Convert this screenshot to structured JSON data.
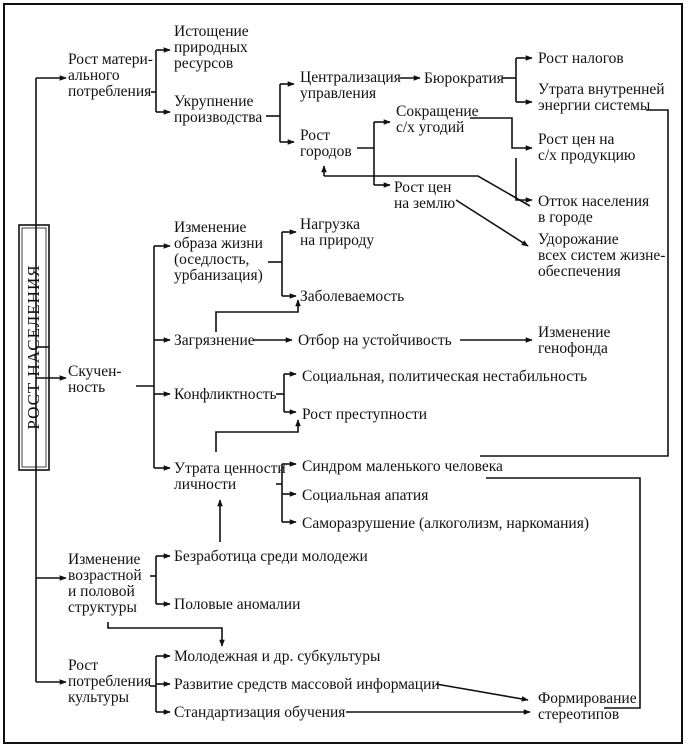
{
  "title": "РОСТ НАСЕЛЕНИЯ",
  "nodes": {
    "rost_materialnogo": [
      "Рост матери-",
      "ального",
      "потребления"
    ],
    "istoshchenie": [
      "Истощение",
      "природных",
      "ресурсов"
    ],
    "ukrupnenie": [
      "Укрупнение",
      "производства"
    ],
    "centralizaciya": [
      "Централизация",
      "управления"
    ],
    "byurokratiya": [
      "Бюрократия"
    ],
    "rost_nalogov": [
      "Рост налогов"
    ],
    "utrata_energii": [
      "Утрата внутренней",
      "энергии системы"
    ],
    "sokrashchenie": [
      "Сокращение",
      "с/х угодий"
    ],
    "rost_gorodov": [
      "Рост",
      "городов"
    ],
    "rost_cen_sh": [
      "Рост цен на",
      "с/х продукцию"
    ],
    "rost_cen_zemlyu": [
      "Рост цен",
      "на землю"
    ],
    "ottok": [
      "Отток населения",
      "в городе"
    ],
    "udorozhanie": [
      "Удорожание",
      "всех систем жизне-",
      "обеспечения"
    ],
    "izmenenie_obraza": [
      "Изменение",
      "образа жизни",
      "(оседлость,",
      "урбанизация)"
    ],
    "nagruzka": [
      "Нагрузка",
      "на природу"
    ],
    "zabolevaemost": [
      "Заболеваемость"
    ],
    "skuchennost": [
      "Скучен-",
      "ность"
    ],
    "zagryaznenie": [
      "Загрязнение"
    ],
    "otbor": [
      "Отбор на устойчивость"
    ],
    "izmenenie_genofonda": [
      "Изменение",
      "генофонда"
    ],
    "konfliktnost": [
      "Конфликтность"
    ],
    "nestabilnost": [
      "Социальная, политическая нестабильность"
    ],
    "prestupnost": [
      "Рост преступности"
    ],
    "utrata_cennosti": [
      "Утрата ценности",
      "личности"
    ],
    "sindrom": [
      "Синдром маленького человека"
    ],
    "apatiya": [
      "Социальная апатия"
    ],
    "samorazrushenie": [
      "Саморазрушение (алкоголизм, наркомания)"
    ],
    "izmenenie_vozrastnoy": [
      "Изменение",
      "возрастной",
      "и половой",
      "структуры"
    ],
    "bezrabotica": [
      "Безработица среди молодежи"
    ],
    "polovye": [
      "Половые аномалии"
    ],
    "rost_kultury": [
      "Рост",
      "потребления",
      "культуры"
    ],
    "subkultury": [
      "Молодежная и др. субкультуры"
    ],
    "smi": [
      "Развитие средств массовой информации"
    ],
    "standartizaciya": [
      "Стандартизация обучения"
    ],
    "formirovanie": [
      "Формирование",
      "стереотипов"
    ]
  }
}
